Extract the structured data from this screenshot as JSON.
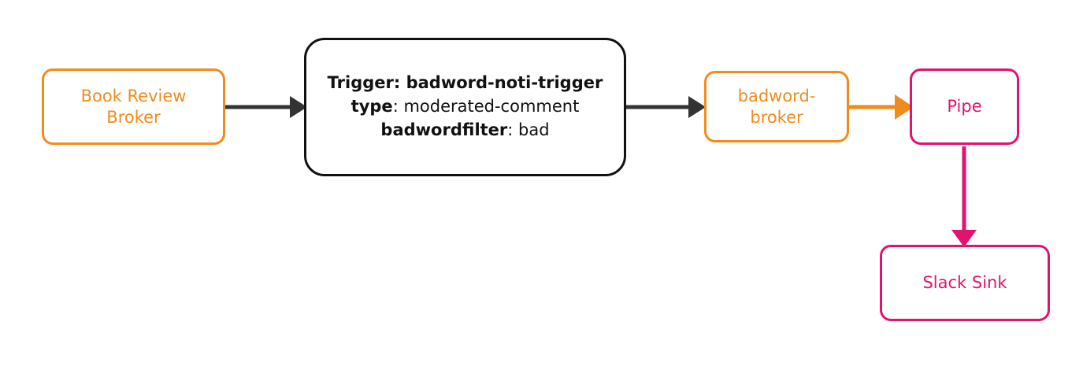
{
  "diagram": {
    "type": "flow-diagram",
    "background_color": "#ffffff",
    "palette": {
      "orange": "#F08C1E",
      "pink": "#E2136E",
      "dark": "#333333",
      "black": "#111111"
    },
    "nodes": [
      {
        "id": "book-review-broker",
        "label": "Book Review\nBroker",
        "shape": "rounded-rect",
        "color": "#F08C1E",
        "text_color": "#F08C1E"
      },
      {
        "id": "badword-noti-trigger",
        "shape": "rounded-rect",
        "color": "#111111",
        "text_color": "#111111",
        "lines": [
          {
            "key": "Trigger: badword-noti-trigger",
            "value": "",
            "all_bold": true
          },
          {
            "key": "type",
            "value": ": moderated-comment",
            "all_bold": false
          },
          {
            "key": "badwordfilter",
            "value": ": bad",
            "all_bold": false
          }
        ]
      },
      {
        "id": "badword-broker",
        "label": "badword-\nbroker",
        "shape": "rounded-rect",
        "color": "#F08C1E",
        "text_color": "#F08C1E"
      },
      {
        "id": "pipe",
        "label": "Pipe",
        "shape": "rounded-rect",
        "color": "#E2136E",
        "text_color": "#E2136E"
      },
      {
        "id": "slack-sink",
        "label": "Slack Sink",
        "shape": "rounded-rect",
        "color": "#E2136E",
        "text_color": "#E2136E"
      }
    ],
    "edges": [
      {
        "id": "edge-broker-to-trigger",
        "from": "book-review-broker",
        "to": "badword-noti-trigger",
        "color": "#333333",
        "direction": "right"
      },
      {
        "id": "edge-trigger-to-badword-broker",
        "from": "badword-noti-trigger",
        "to": "badword-broker",
        "color": "#333333",
        "direction": "right"
      },
      {
        "id": "edge-badword-broker-to-pipe",
        "from": "badword-broker",
        "to": "pipe",
        "color": "#F08C1E",
        "direction": "right"
      },
      {
        "id": "edge-pipe-to-slack-sink",
        "from": "pipe",
        "to": "slack-sink",
        "color": "#E2136E",
        "direction": "down"
      }
    ]
  }
}
